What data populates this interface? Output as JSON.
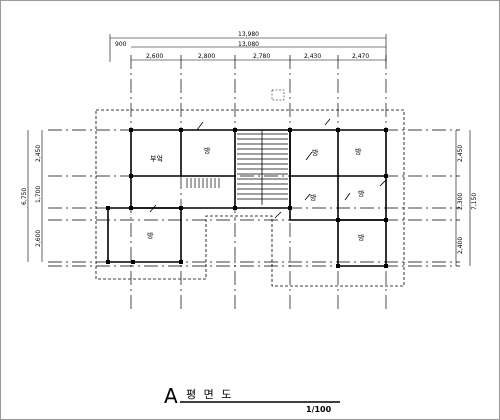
{
  "dimensions": {
    "top_overall": "13,980",
    "top_sub_overall": "13,080",
    "top_left_offset": "900",
    "top_spans": [
      "2,600",
      "2,800",
      "2,780",
      "2,430",
      "2,470"
    ],
    "left_overall": "6,750",
    "left_spans": [
      "2,450",
      "1,700",
      "2,600"
    ],
    "right_overall": "7,150",
    "right_spans": [
      "2,450",
      "2,300",
      "2,400"
    ]
  },
  "rooms": {
    "kitchen": "부엌",
    "room_a": "방",
    "room_b": "방",
    "room_c": "방",
    "room_d": "방",
    "room_e": "방",
    "room_f": "방",
    "room_g": "방"
  },
  "title_block": {
    "marker": "A",
    "title": "평 면 도",
    "scale": "1/100"
  }
}
